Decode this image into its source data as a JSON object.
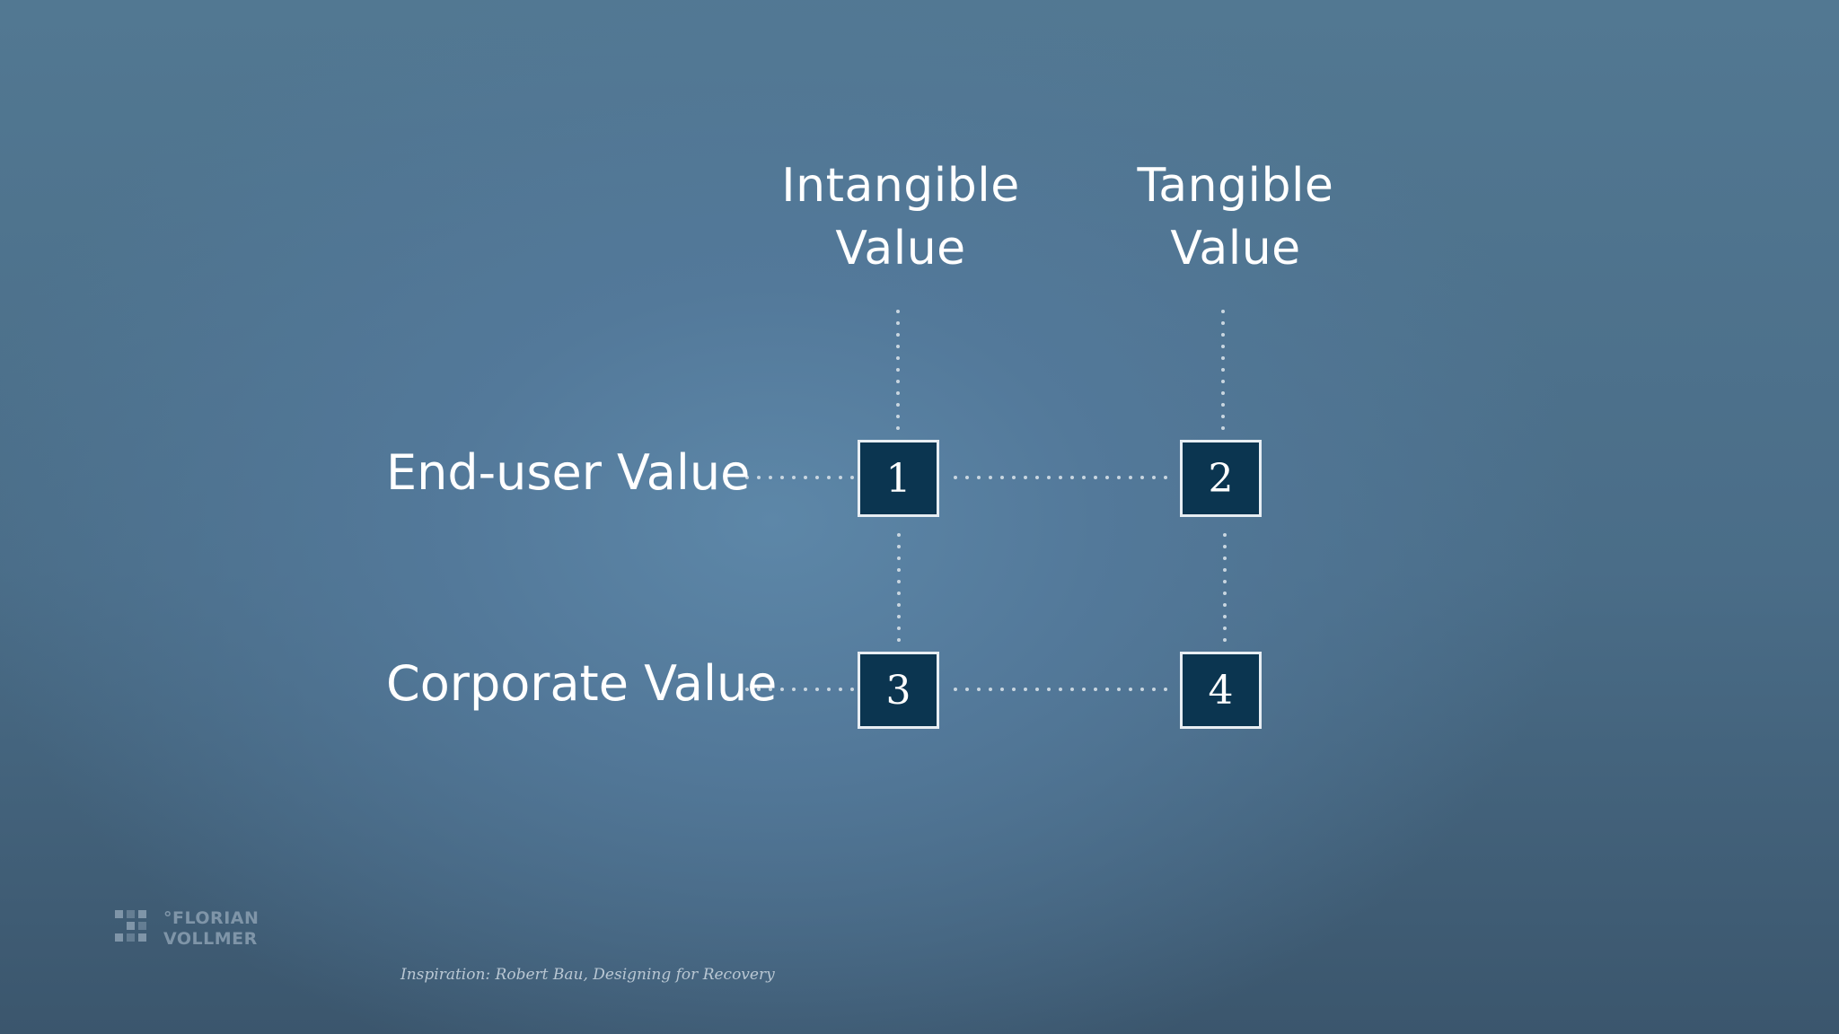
{
  "columns": [
    {
      "line1": "Intangible",
      "line2": "Value"
    },
    {
      "line1": "Tangible",
      "line2": "Value"
    }
  ],
  "rows": [
    {
      "label": "End-user Value"
    },
    {
      "label": "Corporate Value"
    }
  ],
  "cells": [
    "1",
    "2",
    "3",
    "4"
  ],
  "logo": {
    "line1": "°FLORIAN",
    "line2": "VOLLMER"
  },
  "credit": "Inspiration: Robert Bau, Designing for Recovery",
  "colors": {
    "box_fill": "#0b3550",
    "box_border": "#e8eef3",
    "dots": "#c9d6e0",
    "text": "#ffffff"
  }
}
